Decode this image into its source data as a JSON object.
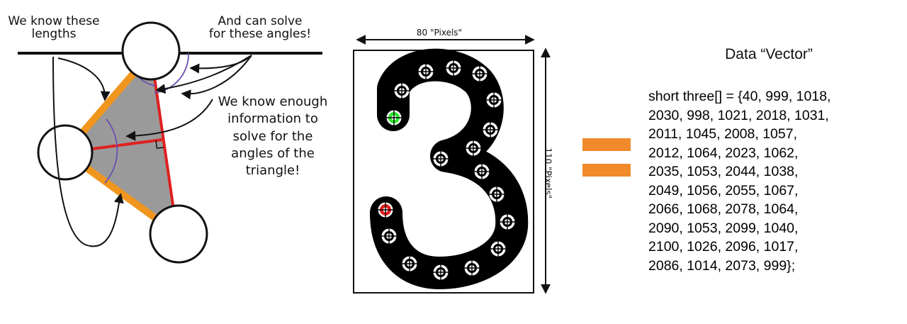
{
  "triangle_diagram": {
    "label_lengths": "We know these\nlengths",
    "label_angles": "And can solve\nfor these angles!",
    "label_enough": "We know enough\ninformation to\nsolve for the\nangles of the\ntriangle!"
  },
  "grid": {
    "width_label": "80 \"Pixels\"",
    "height_label": "110 \"Pixels\"",
    "start_color": "#2ee62e",
    "end_color": "#e61b1b"
  },
  "equals_color": "#f08a2a",
  "vector": {
    "title": "Data “Vector”",
    "code": "short three[] = {40, 999, 1018,\n2030, 998, 1021, 2018, 1031,\n2011, 1045, 2008, 1057,\n2012, 1064, 2023, 1062,\n2035, 1053, 2044, 1038,\n2049, 1056, 2055, 1067,\n2066, 1068, 2078, 1064,\n2090, 1053, 2099, 1040,\n2100, 1026, 2096, 1017,\n2086, 1014, 2073, 999};"
  }
}
